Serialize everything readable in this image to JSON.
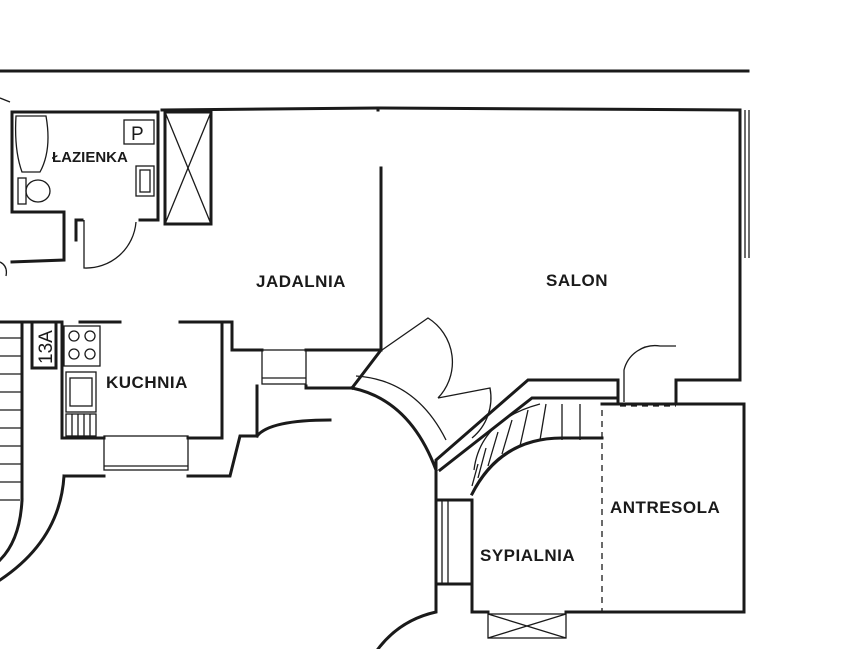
{
  "rooms": {
    "lazienka": "ŁAZIENKA",
    "jadalnia": "JADALNIA",
    "salon": "SALON",
    "kuchnia": "KUCHNIA",
    "antresola": "ANTRESOLA",
    "sypialnia": "SYPIALNIA"
  },
  "markers": {
    "p": "P",
    "stair_number": "13A"
  }
}
